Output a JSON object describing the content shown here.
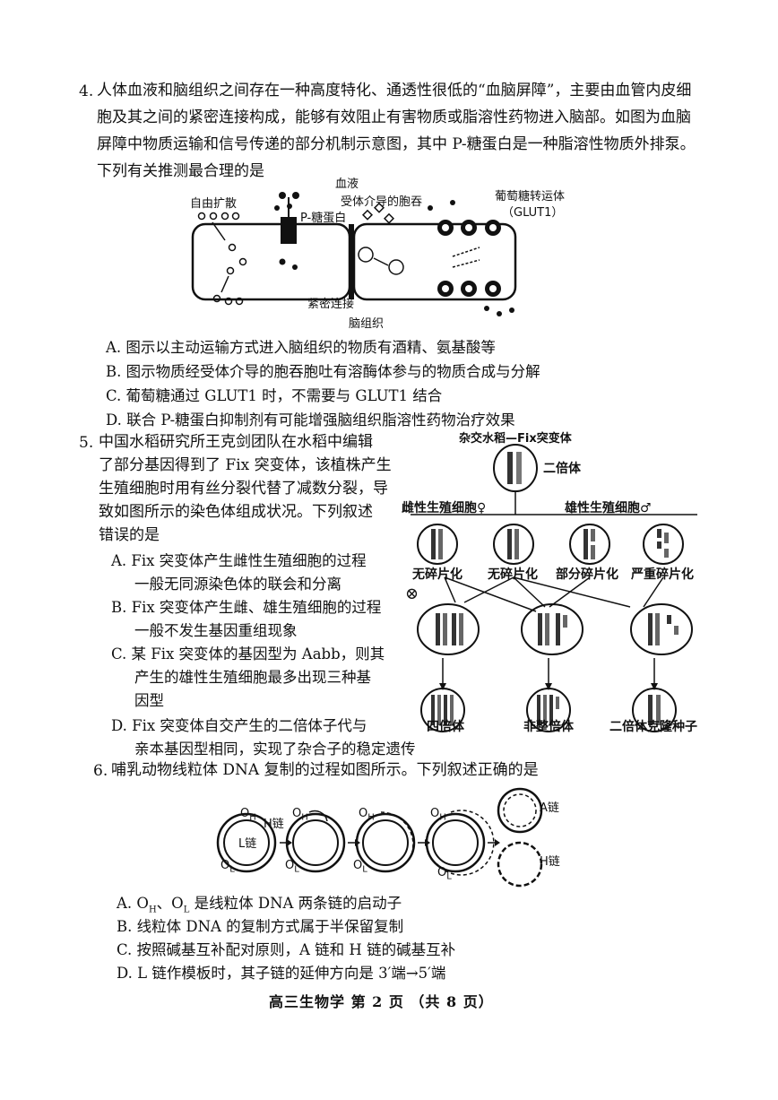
{
  "q4": {
    "number": "4.",
    "lines": [
      "人体血液和脑组织之间存在一种高度特化、通透性很低的“血脑屏障”，主要由血管内皮细",
      "胞及其之间的紧密连接构成，能够有效阻止有害物质或脂溶性药物进入脑部。如图为血脑",
      "屏障中物质运输和信号传递的部分机制示意图，其中 P-糖蛋白是一种脂溶性物质外排泵。",
      "下列有关推测最合理的是"
    ],
    "figure": {
      "label_blood": "血液",
      "label_free_diffusion": "自由扩散",
      "label_pgp": "P-糖蛋白",
      "label_receptor_endocytosis": "受体介导的胞吞",
      "label_glut": "葡萄糖转运体",
      "label_glut1": "（GLUT1）",
      "label_tight_junction": "紧密连接",
      "label_brain": "脑组织"
    },
    "options": [
      "A. 图示以主动运输方式进入脑组织的物质有酒精、氨基酸等",
      "B. 图示物质经受体介导的胞吞胞吐有溶酶体参与的物质合成与分解",
      "C. 葡萄糖通过 GLUT1 时，不需要与 GLUT1 结合",
      "D. 联合 P-糖蛋白抑制剂有可能增强脑组织脂溶性药物治疗效果"
    ]
  },
  "q5": {
    "number": "5.",
    "lines": [
      "中国水稻研究所王克剑团队在水稻中编辑",
      "了部分基因得到了 Fix 突变体，该植株产生",
      "生殖细胞时用有丝分裂代替了减数分裂，导",
      "致如图所示的染色体组成状况。下列叙述",
      "错误的是"
    ],
    "options": [
      [
        "A. Fix 突变体产生雌性生殖细胞的过程",
        "一般无同源染色体的联会和分离"
      ],
      [
        "B. Fix 突变体产生雌、雄生殖细胞的过程",
        "一般不发生基因重组现象"
      ],
      [
        "C. 某 Fix 突变体的基因型为 Aabb，则其",
        "产生的雄性生殖细胞最多出现三种基",
        "因型"
      ],
      [
        "D. Fix 突变体自交产生的二倍体子代与",
        "亲本基因型相同，实现了杂合子的稳定遗传"
      ]
    ],
    "figure": {
      "title": "杂交水稻—Fix突变体",
      "diploid": "二倍体",
      "female": "雌性生殖细胞♀",
      "male": "雄性生殖细胞♂",
      "frag_labels": [
        "无碎片化",
        "无碎片化",
        "部分碎片化",
        "严重碎片化"
      ],
      "self_symbol": "⊗",
      "results": [
        "四倍体",
        "非整倍体",
        "二倍体克隆种子"
      ]
    }
  },
  "q6": {
    "number": "6.",
    "stem": "哺乳动物线粒体 DNA 复制的过程如图所示。下列叙述正确的是",
    "figure": {
      "oh": "O",
      "oh_sub": "H",
      "ol": "O",
      "ol_sub": "L",
      "h_chain": "H链",
      "l_chain": "L链",
      "a_chain": "A链",
      "h_chain2": "H链"
    },
    "options": [
      "A. O<sub>H</sub>、O<sub>L</sub> 是线粒体 DNA 两条链的启动子",
      "B. 线粒体 DNA 的复制方式属于半保留复制",
      "C. 按照碱基互补配对原则，A 链和 H 链的碱基互补",
      "D. L 链作模板时，其子链的延伸方向是 3′端→5′端"
    ]
  },
  "footer": "高三生物学  第 2 页  （共 8 页）"
}
